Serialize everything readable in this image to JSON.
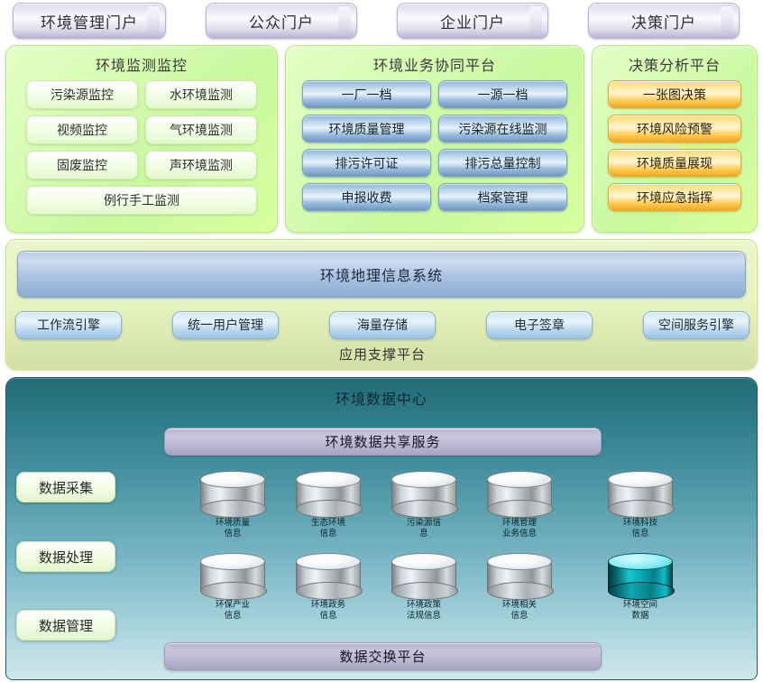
{
  "portals": [
    {
      "label": "环境管理门户"
    },
    {
      "label": "公众门户"
    },
    {
      "label": "企业门户"
    },
    {
      "label": "决策门户"
    }
  ],
  "panels": {
    "monitoring": {
      "title": "环境监测监控",
      "buttons": [
        "污染源监控",
        "水环境监测",
        "视频监控",
        "气环境监测",
        "固废监控",
        "声环境监测"
      ],
      "wide_button": "例行手工监测"
    },
    "business": {
      "title": "环境业务协同平台",
      "buttons": [
        "一厂一档",
        "一源一档",
        "环境质量管理",
        "污染源在线监测",
        "排污许可证",
        "排污总量控制",
        "申报收费",
        "档案管理"
      ]
    },
    "decision": {
      "title": "决策分析平台",
      "buttons": [
        "一张图决策",
        "环境风险预警",
        "环境质量展现",
        "环境应急指挥"
      ]
    }
  },
  "support": {
    "gis_bar": "环境地理信息系统",
    "components": [
      "工作流引擎",
      "统一用户管理",
      "海量存储",
      "电子签章",
      "空间服务引擎"
    ],
    "caption": "应用支撑平台"
  },
  "datacenter": {
    "title": "环境数据中心",
    "share_bar": "环境数据共享服务",
    "exchange_bar": "数据交换平台",
    "stages": [
      "数据采集",
      "数据处理",
      "数据管理"
    ],
    "databases_row1": [
      {
        "label": "环境质量\n信息",
        "variant": "steel"
      },
      {
        "label": "生态环境\n信息",
        "variant": "steel"
      },
      {
        "label": "污染源信\n息",
        "variant": "steel"
      },
      {
        "label": "环境管理\n业务信息",
        "variant": "steel"
      },
      {
        "label": "环境科技\n信息",
        "variant": "steel"
      }
    ],
    "databases_row2": [
      {
        "label": "环保产业\n信息",
        "variant": "steel"
      },
      {
        "label": "环境政务\n信息",
        "variant": "steel"
      },
      {
        "label": "环境政策\n法规信息",
        "variant": "steel"
      },
      {
        "label": "环境相关\n信息",
        "variant": "steel"
      },
      {
        "label": "环境空间\n数据",
        "variant": "cyan"
      }
    ]
  },
  "colors": {
    "portal_accent": "#bcb3d6",
    "panel_green": "#c9f89f",
    "button_blue": "#9dbfdf",
    "button_orange": "#ffcc55",
    "support_bg": "#e6f4c2",
    "datacenter_top": "#246b78",
    "datacenter_bottom": "#cfe7ea",
    "bar_lavender": "#bcb8d3",
    "cyan_db": "#17c6cf"
  }
}
